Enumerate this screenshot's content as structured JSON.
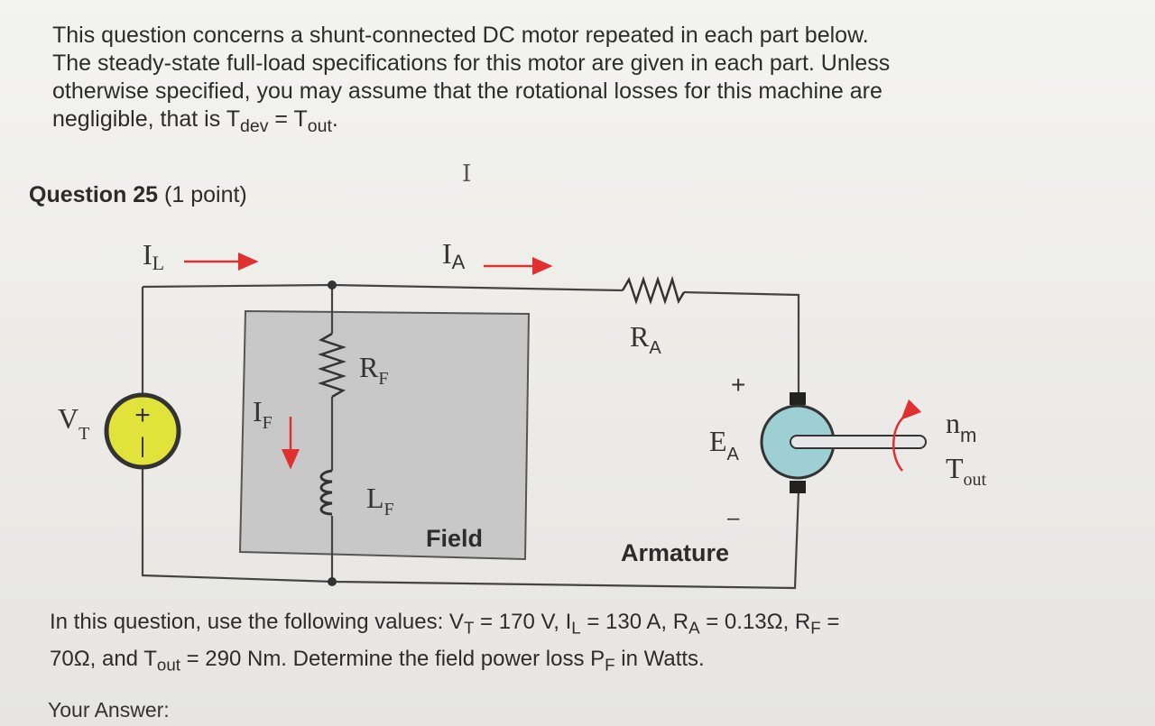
{
  "intro": {
    "line1": "This question concerns a shunt-connected DC motor repeated in each part below.",
    "line2": "The steady-state full-load specifications for this motor are given in each part. Unless",
    "line3": "otherwise specified, you may assume that the rotational losses for this machine are",
    "line4_prefix": "negligible, that is T",
    "line4_sub1": "dev",
    "line4_mid": " = T",
    "line4_sub2": "out",
    "line4_end": "."
  },
  "question": {
    "title": "Question 25",
    "points": "(1 point)"
  },
  "diagram": {
    "labels": {
      "IL": "I",
      "IL_sub": "L",
      "IA": "I",
      "IA_sub": "A",
      "RA": "R",
      "RA_sub": "A",
      "RF": "R",
      "RF_sub": "F",
      "IF": "I",
      "IF_sub": "F",
      "LF": "L",
      "LF_sub": "F",
      "VT": "V",
      "VT_sub": "T",
      "EA": "E",
      "EA_sub": "A",
      "nm": "n",
      "nm_sub": "m",
      "Tout": "T",
      "Tout_sub": "out",
      "plus": "+",
      "minus": "–",
      "src_plus": "+",
      "src_minus": "|",
      "field": "Field",
      "armature": "Armature"
    },
    "colors": {
      "arrow_red": "#e03030",
      "source_yellow": "#e2e33a",
      "armature_blue": "#9ecfd2",
      "field_box": "#c8c8c8"
    }
  },
  "problem": {
    "p1": "In this question, use the following values: V",
    "s1": "T",
    "p2": " = 170 V, I",
    "s2": "L",
    "p3": " = 130 A, R",
    "s3": "A",
    "p4": " = 0.13Ω, R",
    "s4": "F",
    "p5": " =",
    "p6": "70Ω, and T",
    "s5": "out",
    "p7": " = 290 Nm. Determine the field power loss P",
    "s6": "F",
    "p8": " in Watts."
  },
  "answer": {
    "label": "Your Answer:"
  }
}
